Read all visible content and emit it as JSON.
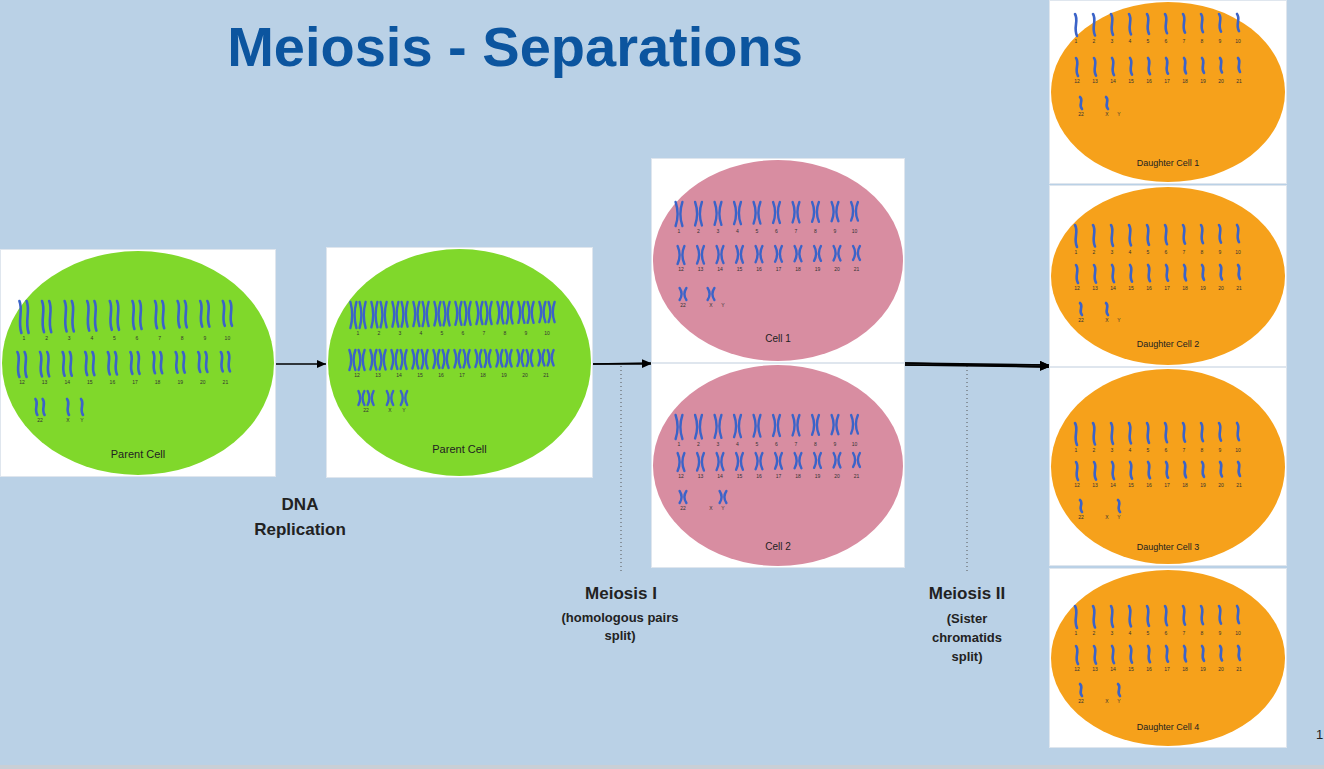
{
  "diagram": {
    "title": "Meiosis - Separations",
    "nodes": [
      {
        "text": [
          "Parent Cell"
        ]
      },
      {
        "text": [
          "Parent Cell"
        ]
      },
      {
        "text": [
          "Cell 1"
        ]
      },
      {
        "text": [
          "Cell 2"
        ]
      },
      {
        "text": [
          "Daughter Cell 1"
        ]
      },
      {
        "text": [
          "Daughter Cell 2"
        ]
      },
      {
        "text": [
          "Daughter Cell 3"
        ]
      },
      {
        "text": [
          "Daughter Cell 4"
        ]
      }
    ],
    "edges": [
      {
        "from": 0,
        "to": 1,
        "arrow": "to"
      },
      {
        "from": 1,
        "to": 2,
        "arrow": "to"
      },
      {
        "from": 1,
        "to": 3,
        "arrow": "to"
      },
      {
        "from": 2,
        "to": 5,
        "arrow": "to"
      },
      {
        "from": 2,
        "to": 6,
        "arrow": "to"
      },
      {
        "from": 3,
        "to": 5,
        "arrow": "to"
      },
      {
        "from": 3,
        "to": 6,
        "arrow": "to"
      }
    ],
    "labels": [
      "1",
      "2",
      "3",
      "4",
      "5",
      "6",
      "7",
      "8",
      "9",
      "10",
      "12",
      "13",
      "14",
      "15",
      "16",
      "17",
      "18",
      "19",
      "20",
      "21",
      "22",
      "X",
      "Y",
      "1",
      "2",
      "3",
      "4",
      "5",
      "6",
      "7",
      "8",
      "9",
      "10",
      "12",
      "13",
      "14",
      "15",
      "16",
      "17",
      "18",
      "19",
      "20",
      "21",
      "22",
      "X",
      "Y",
      "1",
      "2",
      "3",
      "4",
      "5",
      "6",
      "7",
      "8",
      "9",
      "10",
      "12",
      "13",
      "14",
      "15",
      "16",
      "17",
      "18",
      "19",
      "20",
      "21",
      "22",
      "X",
      "Y",
      "1",
      "2",
      "3",
      "4",
      "5",
      "6",
      "7",
      "8",
      "9",
      "10",
      "12",
      "13",
      "14",
      "15",
      "16",
      "17",
      "18",
      "19",
      "20",
      "21",
      "22",
      "X",
      "Y",
      "1",
      "2",
      "3",
      "4",
      "5",
      "6",
      "7",
      "8",
      "9",
      "10",
      "12",
      "13",
      "14",
      "15",
      "16",
      "17",
      "18",
      "19",
      "20",
      "21",
      "22",
      "X",
      "Y",
      "1",
      "2",
      "3",
      "4",
      "5",
      "6",
      "7",
      "8",
      "9",
      "10",
      "12",
      "13",
      "14",
      "15",
      "16",
      "17",
      "18",
      "19",
      "20",
      "21",
      "22",
      "X",
      "Y",
      "1",
      "2",
      "3",
      "4",
      "5",
      "6",
      "7",
      "8",
      "9",
      "10",
      "12",
      "13",
      "14",
      "15",
      "16",
      "17",
      "18",
      "19",
      "20",
      "21",
      "22",
      "X",
      "Y",
      "1",
      "2",
      "3",
      "4",
      "5",
      "6",
      "7",
      "8",
      "9",
      "10",
      "12",
      "13",
      "14",
      "15",
      "16",
      "17",
      "18",
      "19",
      "20",
      "21",
      "22",
      "X",
      "Y",
      "DNA Replication",
      "Meiosis I",
      "(homologous pairs split)",
      "Meiosis II",
      "(Sister chromatids split)",
      "1"
    ]
  }
}
